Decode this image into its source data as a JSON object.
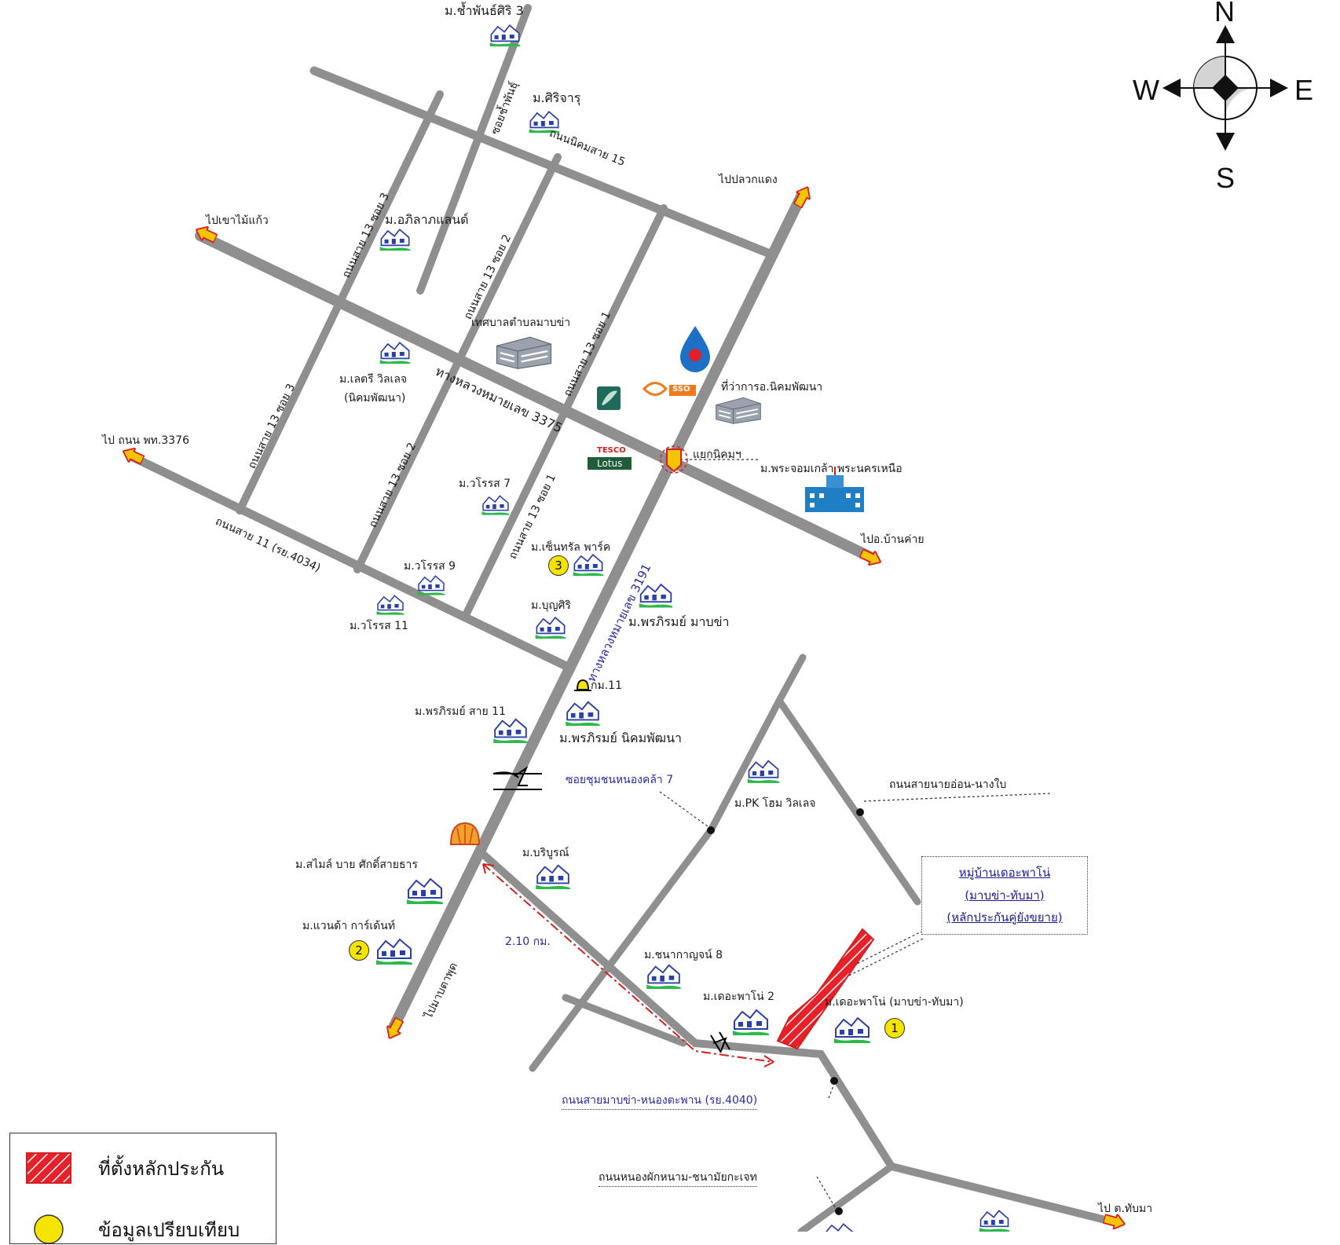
{
  "compass": {
    "n": "N",
    "s": "S",
    "e": "E",
    "w": "W"
  },
  "labels": {
    "m_champhon": "ม.ช้ำพันธ์ศิริ 3",
    "m_sirijaru": "ม.ศิริจารุ",
    "m_phiban_land": "ม.อภิลาภแลนด์",
    "to_khao_mai_kaew": "ไปเขาไม้แก้ว",
    "to_pluak_daeng": "ไปปลวกแดง",
    "tessaban": "เทศบาลตำบลมาบข่า",
    "m_lucky_village": "ม.เลตรี วิลเลจ",
    "m_lucky_village_sub": "(นิคมพัฒนา)",
    "amphoe_office": "ที่ว่าการอ.นิคมพัฒนา",
    "to_road_3376": "ไป ถนน พท.3376",
    "m_worarot7": "ม.วโรรส 7",
    "yaek_nikom": "แยกนิคมฯ",
    "school": "ม.พระจอมเกล้า พระนครเหนือ",
    "to_ban_khai": "ไปอ.บ้านค่าย",
    "m_central_park": "ม.เซ็นทรัล พาร์ค",
    "m_worarot9": "ม.วโรรส 9",
    "m_worarot11": "ม.วโรรส 11",
    "m_bunsiri": "ม.บุญศิริ",
    "m_pornpirom_mapkha": "ม.พรภิรมย์ มาบข่า",
    "km11": "กม.11",
    "m_pornpirom_sai11": "ม.พรภิรมย์ สาย 11",
    "m_pornpirom_nikom": "ม.พรภิรมย์ นิคมพัฒนา",
    "soi_nongkla": "ซอยชุมชนหนองคล้า 7",
    "m_pk_home": "ม.PK โฮม วิลเลจ",
    "road_nai_son": "ถนนสายนายอ่อน-นางใบ",
    "m_smile_buy": "ม.สไมล์ บาย ศักดิ์สายธาร",
    "m_pariboon": "ม.บริบูรณ์",
    "m_wanda": "ม.แวนด้า การ์เด้นท์",
    "distance": "2.10 กม.",
    "m_chanakan8": "ม.ชนากาญจน์ 8",
    "m_theropaino2": "ม.เดอะพาโน่ 2",
    "m_theropaino": "ม.เดอะพาโน่ (มาบข่า-ทับมา)",
    "road_4040": "ถนนสายมาบข่า-หนองตะพาน (รย.4040)",
    "road_nong_phak": "ถนนหนองผักหนาม-ชนามัยกะเจท",
    "to_tap_ma": "ไป ต.ทับมา",
    "to_map_ta_phut": "ไปมาบตาพุด"
  },
  "callout": {
    "line1": "หมู่บ้านเดอะพาโน่",
    "line2": "(มาบข่า-ทับมา)",
    "line3": "(หลักประกันคู่ยังขยาย)"
  },
  "roads": {
    "nikom15": "ถนนนิคมสาย 15",
    "soi_champhon": "ซอยช้ำพันธุ์",
    "sai13_soi3_top": "ถนนสาย 13 ซอย 3",
    "sai13_soi2_top": "ถนนสาย 13 ซอย 2",
    "sai13_soi1_top": "ถนนสาย 13 ซอย 1",
    "hwy3375": "ทางหลวงหมายเลข 3375",
    "sai13_soi3_low": "ถนนสาย 13 ซอย 3",
    "sai13_soi2_low": "ถนนสาย 13 ซอย 2",
    "sai13_soi1_low": "ถนนสาย 13 ซอย 1",
    "sai11": "ถนนสาย 11 (รย.4034)",
    "hwy3191": "ทางหลวงหมายเลข 3191"
  },
  "brands": {
    "tesco_top": "TESCO",
    "tesco_bottom": "Lotus",
    "sso": "SSO"
  },
  "markers": {
    "one": "1",
    "two": "2",
    "three": "3"
  },
  "legend": {
    "site": "ที่ตั้งหลักประกัน",
    "comparable": "ข้อมูลเปรียบเทียบ"
  },
  "colors": {
    "road": "#8f8f8f",
    "arrow_fill": "#f5c400",
    "arrow_stroke": "#d42020",
    "site": "#e8202a",
    "marker": "#f5e400",
    "label_blue": "#2a2aa8"
  }
}
